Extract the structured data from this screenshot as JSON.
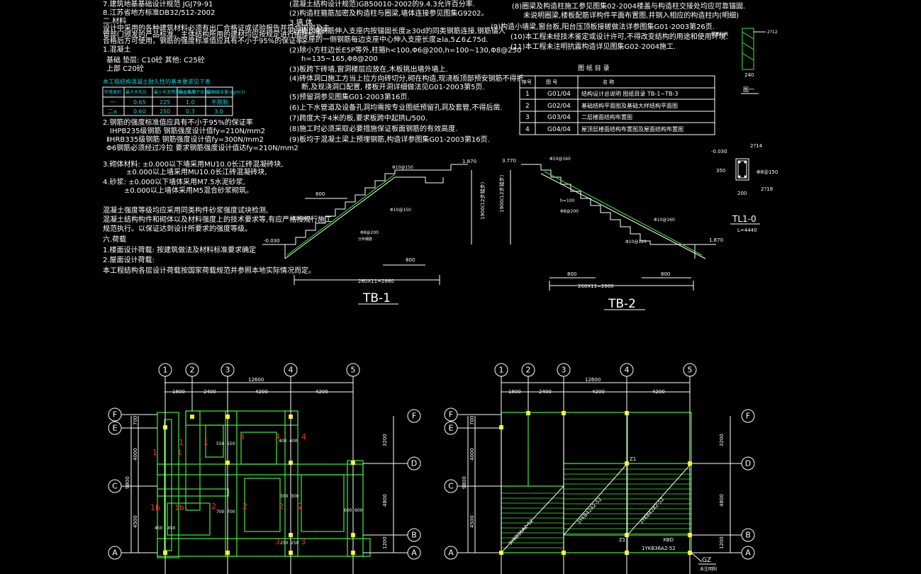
{
  "notes_left": [
    "7.建筑地基基础设计规范 JGJ79-91",
    "8.江苏省地方标准DB32/512-2002",
    "二.材料",
    "设计中采用的各种建筑材料必须有出厂合格证或试验报告并符合国家及主",
    "管部门颁发的产品标准。主体结构所用的建材均应按规定进行抽样检测",
    "合格后方可使用，钢筋的强度标准值应具有不小于95%的保证率。",
    "1.混凝土",
    "基础    垫层:  C10砼    其他:  C25砼",
    "上部          C20砼"
  ],
  "durability_table": {
    "title": "本工程结构混凝土耐久性的基本要求见下表",
    "headers": [
      "环境类别",
      "最大水灰比",
      "最小水泥用量(kg/m3)",
      "最大氯离子含量(%)",
      "最大碱含量(kg/m3)"
    ],
    "rows": [
      [
        "一",
        "0.65",
        "225",
        "1.0",
        "不限制"
      ],
      [
        "二a",
        "0.60",
        "250",
        "0.3",
        "3.0"
      ]
    ]
  },
  "notes_left2": [
    "2.钢筋的强度标准值应具有不小于95%的保证率",
    "ⅠHPB235级钢筋  钢筋强度设计值fy=210N/mm2",
    "ⅡHRB335级钢筋  钢筋强度设计值fy=300N/mm2",
    "Φ6钢筋必须经过冷拉  要求钢筋强度设计值达fy=210N/mm2",
    "3.砌体材料: ±0.000以下墙采用MU10.0长江砖混凝砖块,",
    "±0.000以上墙采用MU10.0长江砖混凝砖块,",
    "4.砂浆: ±0.000以下墙体采用M7.5水泥砂浆,",
    "±0.000以上墙体采用M5混合砂浆砌筑。",
    "混凝土强度等级均应采用同类构件砂浆强度试块检测,",
    "混凝土结构构件和砌体以及材料强度上的技术要求等,有应严格按规行施工",
    "规范执行。以保证达到设计所要求的强度等级。",
    "六.荷载",
    "1.楼面设计荷载: 按建筑做法及材料标准要求确定",
    "2.屋面设计荷载:",
    "本工程结构各层设计荷载按国家荷载规范并参照本地实际情况而定。"
  ],
  "notes_mid": [
    "(混凝土结构设计规范)GB50010-2002的9.4.3允许百分率.",
    "(2)构造柱箍筋加密及构造柱与圈梁,墙体连接参见图集G9202。",
    "3.墙 体",
    "(1)砌上墙钢筋伸入支座内按锚固长度≥30d的同类钢筋连接,钢筋锚入",
    "支座的一侧钢筋每边支座中心伸入支座长度≥la,5∠6∠75d.",
    "(2)除小方柱边长E5P等外,柱箍h<100,Φ6@200,h=100~130,Φ8@250",
    "h=135~165,Φ8@200",
    "(3)板跨下砖墙,窗洞楼层应放在,木板挑出墙外墙上.",
    "(4)砖体洞口施工方当上拉方向砖切分,砌在构造,现浇板顶部预安钢筋不得折",
    "断,及现浇洞口配置,  楼板开洞详细做法见G01-2003第5页.",
    "(5)预留洞参见图集G01-2003第16页.",
    "(6)上下水管道及设备孔洞均需按专业图纸预留孔洞及套管,不得后凿.",
    "(7)跨度大于4米的板,要求板跨中起拱L/500.",
    "(8)施工时必须采取必要措施保证板面钢筋的有效高度.",
    "(9)板均于混凝土梁上预埋钢筋,构造详参图集G01-2003第16页."
  ],
  "notes_right": [
    "(8)圈梁及构造柱施工参见图集02-2004楼盖与构造柱交接处均应可靠锚固.",
    "未说明圈梁,楼板配筋详构件平面布置图,并钢入相应的构造柱内(明细)",
    "(9)构造小墙梁,窗台板,阳台压顶板接槎做法详参图集G01-2003第26页.",
    "(10)本工程未经技术鉴定或设计许可,不得改变结构的用途和使用环境.",
    "(11)本工程未注明抗震构造详见图集G02-2004施工."
  ],
  "drawing_list": {
    "title": "图  纸  目  录",
    "headers": [
      "序号",
      "图    号",
      "名                    称"
    ],
    "rows": [
      [
        "1",
        "G01/04",
        "结构设计总说明  图纸目录  TB-1~TB-3"
      ],
      [
        "2",
        "G02/04",
        "基础结构平面图及基础大样结构平面图"
      ],
      [
        "3",
        "G03/04",
        "二层楼面结构布置图"
      ],
      [
        "4",
        "G04/04",
        "屋顶层楼面结构布置图及屋面结构布置图"
      ]
    ]
  },
  "detail1": {
    "label": "图一",
    "top_dim": "2?12",
    "bottom_dim": "240",
    "note": "楼面标高"
  },
  "tl1": {
    "label": "TL1-0",
    "sub": "L=4440",
    "d1": "-0.030",
    "d2": "2?14",
    "d3": "Φ8@150",
    "d4": "2?18",
    "d5": "350",
    "d6": "200"
  },
  "tb1": {
    "label": "TB-1",
    "elev_top": "1.870",
    "elev_bottom": "-0.030",
    "rebar_top": "Φ10@150",
    "rebar_mid": "Φ10@150",
    "rebar_bot": "Φ10@150",
    "rebar_diag": "Φ8@200",
    "dim_span": "260X11=2860",
    "dim_left": "800",
    "dim_right": "800",
    "height": "1900(12步踏步)",
    "thick": "分布钢筋"
  },
  "tb2": {
    "label": "TB-2",
    "elev_top": "3.770",
    "elev_bottom": "1.870",
    "rebar_top": "Φ10@160",
    "rebar_diag": "Φ8@200",
    "rebar_bot": "Φ10@120",
    "rebar_mid": "Φ10@160",
    "dim_span": "260X11=2860",
    "dim_left": "800",
    "dim_right": "800",
    "height": "1900(12步踏步)",
    "thick": "h=100"
  },
  "plan1": {
    "axes_top": [
      "1",
      "2",
      "3",
      "4",
      "5"
    ],
    "axes_left": [
      "F",
      "E",
      "C",
      "A"
    ],
    "axes_right": [
      "F",
      "D",
      "B",
      "A"
    ],
    "dims_top_total": "12600",
    "dims_top": [
      "1800",
      "2400",
      "4200",
      "4200"
    ],
    "dims_left": [
      "700",
      "4000",
      "4500"
    ],
    "dims_left_total": "9800",
    "dims_right": [
      "3200",
      "4800",
      "1200"
    ],
    "red_labels": [
      "1",
      "1",
      "1",
      "1",
      "3",
      "4",
      "4",
      "2",
      "2",
      "2",
      "2",
      "1b",
      "1b",
      "3",
      "3"
    ],
    "wall_dims": [
      "450",
      "450",
      "550",
      "550",
      "300",
      "300",
      "700",
      "700",
      "600",
      "600",
      "400",
      "400",
      "250",
      "250"
    ]
  },
  "plan2": {
    "axes_top": [
      "1",
      "2",
      "3",
      "4",
      "5"
    ],
    "axes_left": [
      "F",
      "E",
      "C",
      "A"
    ],
    "axes_right": [
      "F",
      "D",
      "B",
      "A"
    ],
    "dims_top_total": "12600",
    "dims_top": [
      "1800",
      "2400",
      "4200",
      "4200"
    ],
    "dims_left": [
      "700",
      "4000",
      "4500"
    ],
    "dims_left_total": "9800",
    "dims_right": [
      "3200",
      "4800",
      "1200"
    ],
    "slab1": "3YKB36A2-52",
    "slab2": "3YKB42A2-52",
    "slab3": "3YKB42A2-52",
    "slab4": "1YKB36A2-52",
    "z1": "Z1",
    "z1b": "Z1",
    "xbd": "XBD",
    "gz": "GZ",
    "gz_note": "未注明阳"
  },
  "colors": {
    "bg": "#000000",
    "line": "#ffffff",
    "green": "#3cf03c",
    "red": "#ff2a2a",
    "yellow": "#f0f000",
    "cyan": "#00d8e0"
  }
}
